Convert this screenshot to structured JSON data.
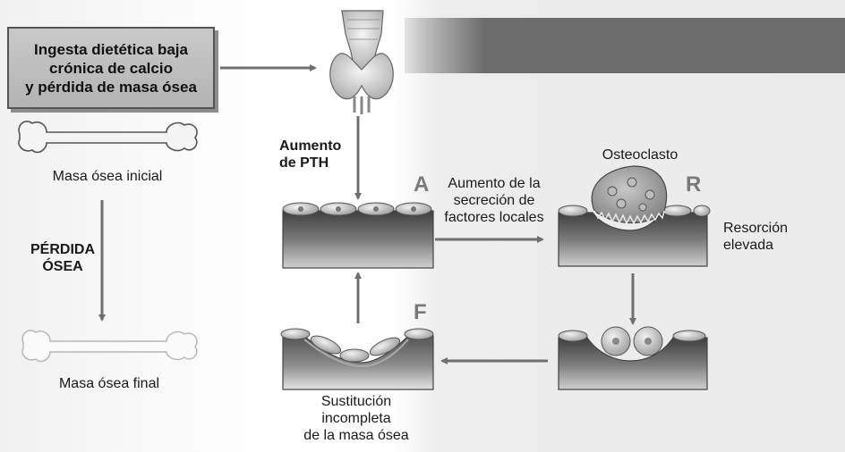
{
  "colors": {
    "arrow": "#6f6f6f",
    "tissue_dark": "#5e5e5e",
    "tissue_light": "#d2d2d2",
    "box_fill": "#bdbdbd",
    "background_page": "#ececec"
  },
  "box": {
    "text": "Ingesta dietética baja\ncrónica de calcio\ny pérdida de masa ósea"
  },
  "left": {
    "initial_label": "Masa ósea inicial",
    "loss_label": "PÉRDIDA\nÓSEA",
    "final_label": "Masa ósea final"
  },
  "center": {
    "pth_label": "Aumento\nde PTH",
    "letter_a": "A",
    "secretion_label": "Aumento de la\nsecreción de\nfactores locales",
    "letter_f": "F",
    "replacement_label": "Sustitución\nincompleta\nde la masa ósea"
  },
  "right": {
    "osteoclast_label": "Osteoclasto",
    "letter_r": "R",
    "resorption_label": "Resorción\nelevada"
  },
  "icons": [
    "thyroid-gland-icon",
    "bone-icon"
  ]
}
